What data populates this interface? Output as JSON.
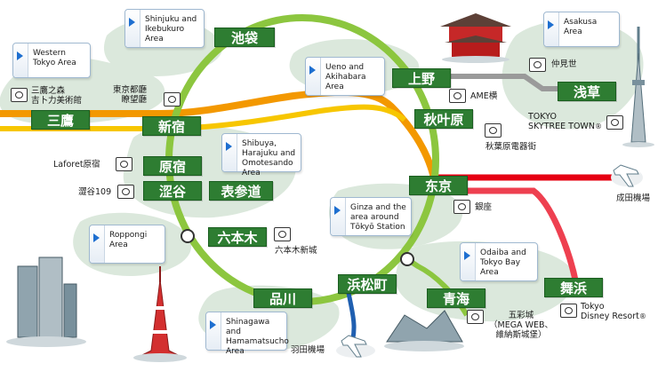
{
  "stations": [
    {
      "key": "ikebukuro",
      "label": "池袋"
    },
    {
      "key": "ueno",
      "label": "上野"
    },
    {
      "key": "asakusa",
      "label": "浅草"
    },
    {
      "key": "mitaka",
      "label": "三鷹"
    },
    {
      "key": "shinjuku",
      "label": "新宿"
    },
    {
      "key": "akihabara",
      "label": "秋叶原"
    },
    {
      "key": "harajuku",
      "label": "原宿"
    },
    {
      "key": "shibuya",
      "label": "涩谷"
    },
    {
      "key": "omotesando",
      "label": "表参道"
    },
    {
      "key": "tokyo",
      "label": "东京"
    },
    {
      "key": "roppongi",
      "label": "六本木"
    },
    {
      "key": "shinagawa",
      "label": "品川"
    },
    {
      "key": "hamamatsucho",
      "label": "浜松町"
    },
    {
      "key": "aomi",
      "label": "青海"
    },
    {
      "key": "maihama",
      "label": "舞浜"
    }
  ],
  "area_cards": [
    {
      "key": "shinjuku_ikebukuro",
      "label": "Shinjuku and\nIkebukuro\nArea"
    },
    {
      "key": "western_tokyo",
      "label": "Western\nTokyo Area"
    },
    {
      "key": "ueno_akihabara",
      "label": "Ueno and\nAkihabara\nArea"
    },
    {
      "key": "asakusa",
      "label": "Asakusa Area"
    },
    {
      "key": "shibuya",
      "label": "Shibuya,\nHarajuku and\nOmotesando Area"
    },
    {
      "key": "ginza",
      "label": "Ginza and the\narea around\nTōkyō Station"
    },
    {
      "key": "roppongi",
      "label": "Roppongi\nArea"
    },
    {
      "key": "odaiba",
      "label": "Odaiba and\nTokyo Bay\nArea"
    },
    {
      "key": "shinagawa",
      "label": "Shinagawa and\nHamamatsucho\nArea"
    }
  ],
  "points_of_interest": [
    {
      "key": "ghibli",
      "label": "三鷹之森\n吉卜力美術館"
    },
    {
      "key": "tocho",
      "label": "東京都廳\n瞭望廳"
    },
    {
      "key": "nakamise",
      "label": "仲見世"
    },
    {
      "key": "ame",
      "label": "AME横"
    },
    {
      "key": "skytree",
      "label": "TOKYO\nSKYTREE TOWN"
    },
    {
      "key": "akiba_electric",
      "label": "秋葉原電器街"
    },
    {
      "key": "laforet",
      "label": "Laforet原宿"
    },
    {
      "key": "shibuya109",
      "label": "澀谷109"
    },
    {
      "key": "ginza",
      "label": "銀座"
    },
    {
      "key": "narita",
      "label": "成田機場"
    },
    {
      "key": "roppongi_hills",
      "label": "六本木新城"
    },
    {
      "key": "palette_town",
      "label": "五彩城\n（MEGA WEB、\n維納斯城堡）"
    },
    {
      "key": "disney",
      "label": "Tokyo\nDisney Resort"
    },
    {
      "key": "haneda",
      "label": "羽田機場"
    }
  ],
  "colors": {
    "yamanote": "#8cc63f",
    "chuo": "#f39800",
    "sobu": "#f7c600",
    "narita_line": "#e60012",
    "keiyo": "#ee4050",
    "ginza_line": "#9a9a9a",
    "yurikamome": "#1f5fb0",
    "station": "#2e7d32",
    "area_blob": "#dbe8dc"
  },
  "icons": [
    "camera-icon",
    "airplane-icon",
    "play-arrow-icon",
    "registered-icon"
  ]
}
